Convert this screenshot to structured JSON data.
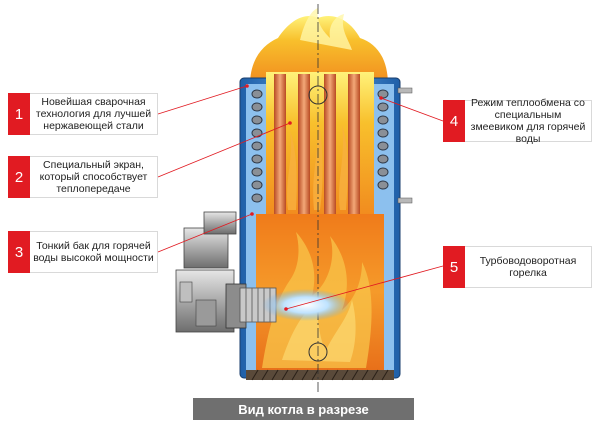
{
  "callouts": [
    {
      "number": "1",
      "text": "Новейшая сварочная технология для лучшей нержавеющей стали"
    },
    {
      "number": "2",
      "text": "Специальный экран, который способствует теплопередаче"
    },
    {
      "number": "3",
      "text": "Тонкий бак для горячей воды высокой мощности"
    },
    {
      "number": "4",
      "text": "Режим теплообмена со специальным змеевиком для горячей воды"
    },
    {
      "number": "5",
      "text": "Турбоводоворотная горелка"
    }
  ],
  "caption": "Вид котла в разрезе",
  "colors": {
    "badge": "#e11b22",
    "leader": "#e11b22",
    "shell": "#2f6fb3",
    "tank_water": "#6fa8dc",
    "flame": "#f58a1f",
    "flame_top": "#f6e24a",
    "caption_bg": "#6f6f6f"
  }
}
